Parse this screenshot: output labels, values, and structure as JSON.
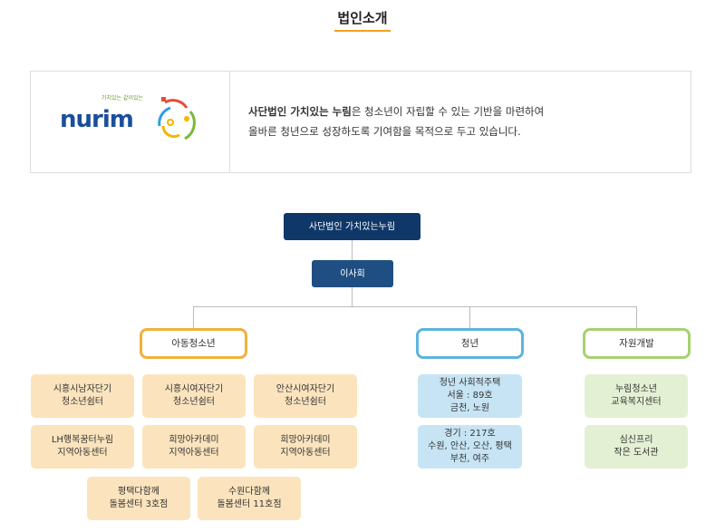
{
  "page": {
    "title": "법인소개"
  },
  "intro": {
    "logo_tagline": "가치있는 같이있는",
    "logo_word": "nurim",
    "desc_bold": "사단법인 가치있는 누림",
    "desc_rest": "은 청소년이 자립할 수 있는 기반을 마련하여",
    "desc_line2": "올바른 청년으로 성장하도록 기여함을 목적으로 두고 있습니다."
  },
  "org": {
    "root": "사단법인 가치있는누림",
    "board": "이사회",
    "categories": [
      {
        "label": "아동청소년",
        "color": "#f2b13a"
      },
      {
        "label": "청년",
        "color": "#5db4de"
      },
      {
        "label": "자원개발",
        "color": "#a6d16f"
      }
    ],
    "youth_child": [
      [
        "시흥시남자단기",
        "청소년쉼터"
      ],
      [
        "시흥시여자단기",
        "청소년쉼터"
      ],
      [
        "안산시여자단기",
        "청소년쉼터"
      ],
      [
        "LH행복꿈터누림",
        "지역아동센터"
      ],
      [
        "희망아카데미",
        "지역아동센터"
      ],
      [
        "희망아카데미",
        "지역아동센터"
      ],
      [
        "평택다함께",
        "돌봄센터 3호점"
      ],
      [
        "수원다함께",
        "돌봄센터 11호점"
      ]
    ],
    "youth": [
      [
        "청년 사회적주택",
        "서울 : 89호",
        "금천, 노원"
      ],
      [
        "경기 : 217호",
        "수원, 안산, 오산, 평택",
        "부천, 여주"
      ]
    ],
    "resource": [
      [
        "누림청소년",
        "교육복지센터"
      ],
      [
        "심신프리",
        "작은 도서관"
      ]
    ]
  }
}
